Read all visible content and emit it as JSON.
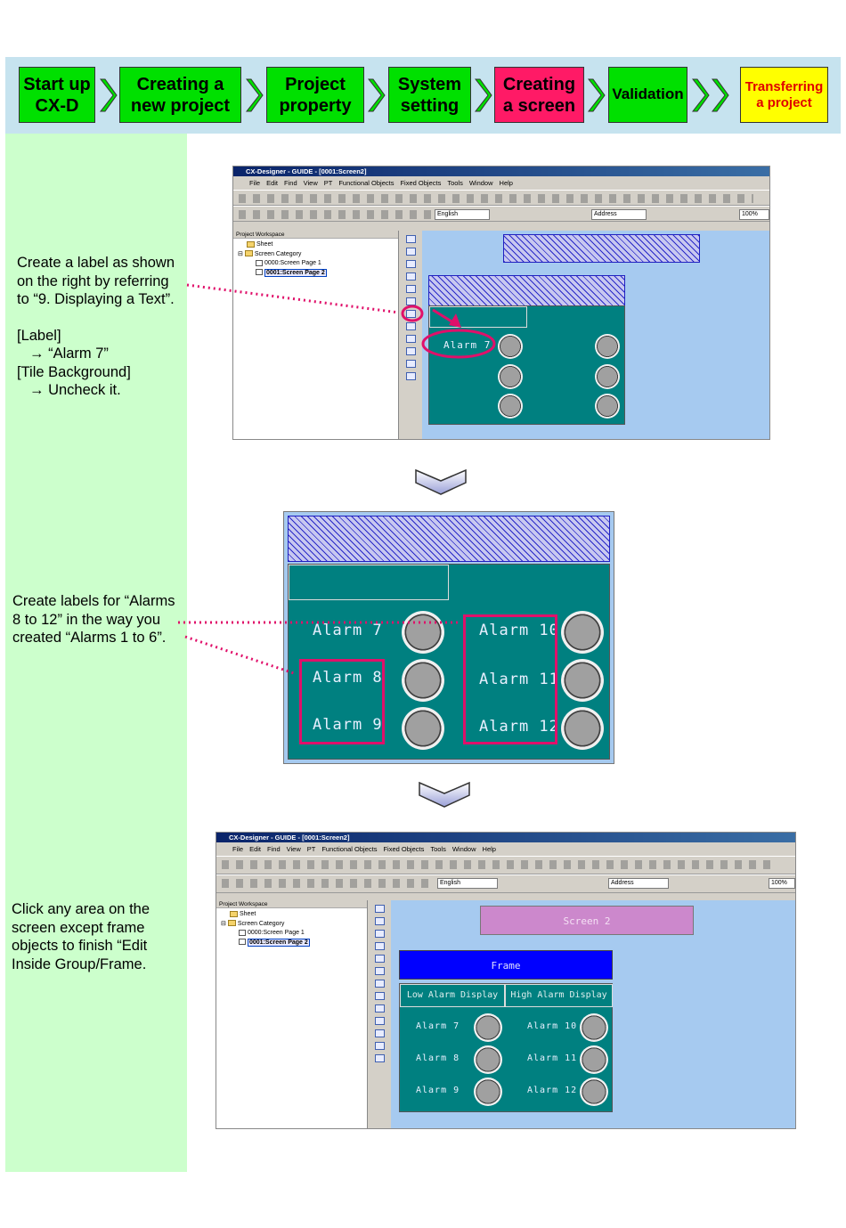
{
  "steps": [
    {
      "label_1": "Start up",
      "label_2": "CX-D"
    },
    {
      "label_1": "Creating a",
      "label_2": "new project"
    },
    {
      "label_1": "Project",
      "label_2": "property"
    },
    {
      "label_1": "System",
      "label_2": "setting"
    },
    {
      "label_1": "Creating",
      "label_2": "a screen"
    },
    {
      "label_1": "Validation",
      "label_2": ""
    },
    {
      "label_1": "Transferring",
      "label_2": "a project"
    }
  ],
  "notes": {
    "note1": {
      "line1": "Create a label as shown",
      "line2": "on the right by referring",
      "line3": "to “9. Displaying a Text”.",
      "line4": "[Label]",
      "line5": "→ “Alarm 7”",
      "line6": "[Tile Background]",
      "line7": "→ Uncheck it."
    },
    "note2": {
      "line1": "Create labels for “Alarms",
      "line2": "8 to 12” in the way you",
      "line3": "created “Alarms 1 to 6”."
    },
    "note3": {
      "line1": "Click any area on the",
      "line2": "screen except frame",
      "line3": "objects to finish “Edit",
      "line4": "Inside Group/Frame."
    }
  },
  "app": {
    "title": "CX-Designer - GUIDE - [0001:Screen2]",
    "menu": [
      "File",
      "Edit",
      "Find",
      "View",
      "PT",
      "Functional Objects",
      "Fixed Objects",
      "Tools",
      "Window",
      "Help"
    ],
    "language": "English",
    "address": "Address",
    "zoom": "100%",
    "workspace_title": "Project Workspace",
    "tree": [
      "Sheet",
      "Screen Category",
      "0000:Screen Page 1",
      "0001:Screen Page 2"
    ]
  },
  "screen1": {
    "label": "Alarm 7"
  },
  "screen2": {
    "labels": [
      "Alarm 7",
      "Alarm 8",
      "Alarm 9",
      "Alarm 10",
      "Alarm 11",
      "Alarm 12"
    ]
  },
  "screen3": {
    "title_label": "Screen 2",
    "frame_label": "Frame",
    "tab_low": "Low Alarm Display",
    "tab_high": "High Alarm Display",
    "labels": [
      "Alarm 7",
      "Alarm 8",
      "Alarm 9",
      "Alarm 10",
      "Alarm 11",
      "Alarm 12"
    ]
  },
  "colors": {
    "green": "#00e000",
    "active": "#ff1a66",
    "yellow": "#ffff00",
    "annotation": "#e0106a",
    "teal": "#008080"
  }
}
